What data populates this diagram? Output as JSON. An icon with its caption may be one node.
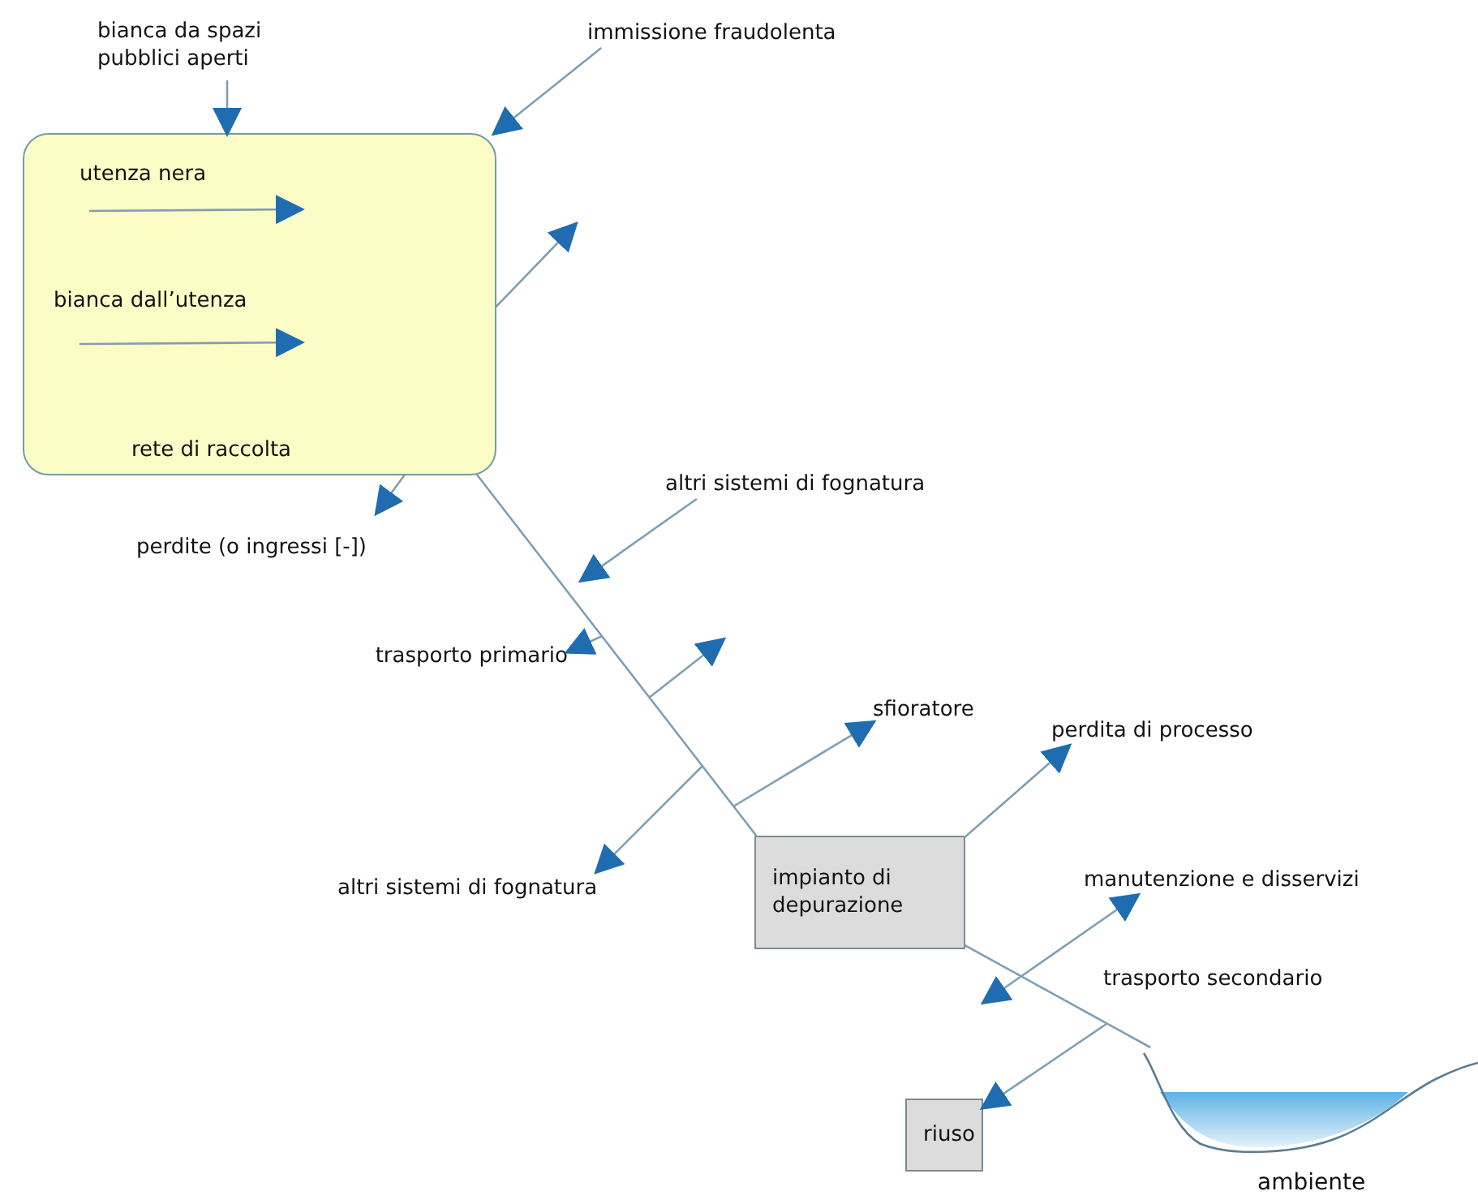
{
  "diagram": {
    "nodes": [
      {
        "text": [
          "rete di raccolta"
        ]
      },
      {
        "text": [
          "bianca da spazi pubblici aperti"
        ]
      },
      {
        "text": [
          "utenza nera"
        ],
        "in": 0
      },
      {
        "text": [
          "bianca dall’utenza"
        ],
        "in": 0
      },
      {
        "text": [
          "immissione fraudolenta"
        ]
      },
      {
        "text": [
          "perdite (o ingressi [-])"
        ]
      },
      {
        "text": [
          "altri sistemi di fognatura"
        ]
      },
      {
        "text": [
          "trasporto primario"
        ]
      },
      {
        "text": [
          "sfioratore"
        ]
      },
      {
        "text": [
          "altri sistemi di fognatura"
        ]
      },
      {
        "text": [
          "impianto di depurazione"
        ]
      },
      {
        "text": [
          "perdita di processo"
        ]
      },
      {
        "text": [
          "manutenzione e disservizi"
        ]
      },
      {
        "text": [
          "riuso"
        ]
      },
      {
        "text": [
          "ambiente"
        ]
      }
    ],
    "edges": [
      {
        "from": 1,
        "to": 0,
        "arrow": "to"
      },
      {
        "from": 2,
        "to": null,
        "arrow": "to"
      },
      {
        "from": 3,
        "to": null,
        "arrow": "to"
      },
      {
        "from": 4,
        "to": 0,
        "arrow": "to"
      },
      {
        "from": 0,
        "to": null,
        "arrow": "to"
      },
      {
        "from": 0,
        "to": 5,
        "arrow": "to"
      },
      {
        "from": 0,
        "to": 10,
        "arrow": "none"
      },
      {
        "from": 6,
        "to": null,
        "arrow": "to"
      },
      {
        "from": null,
        "to": 7,
        "arrow": "to"
      },
      {
        "from": null,
        "to": 8,
        "arrow": "to"
      },
      {
        "from": null,
        "to": 9,
        "arrow": "to"
      },
      {
        "from": 10,
        "to": 11,
        "arrow": "to"
      },
      {
        "from": 10,
        "to": 14,
        "label": "trasporto secondario",
        "arrow": "none"
      },
      {
        "from": null,
        "to": 12,
        "arrow": "both"
      },
      {
        "from": null,
        "to": 13,
        "arrow": "to"
      }
    ]
  }
}
